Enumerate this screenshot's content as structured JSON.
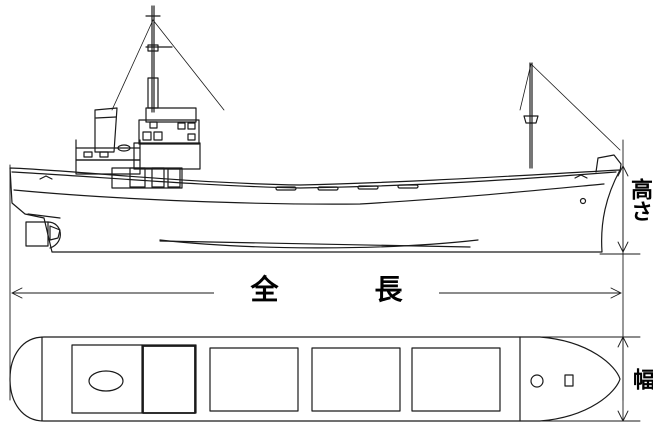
{
  "labels": {
    "overall_length": "全　長",
    "height": "高さ",
    "beam": "幅"
  },
  "colors": {
    "stroke": "#1a1a1a",
    "background": "#ffffff",
    "label": "#000000"
  }
}
